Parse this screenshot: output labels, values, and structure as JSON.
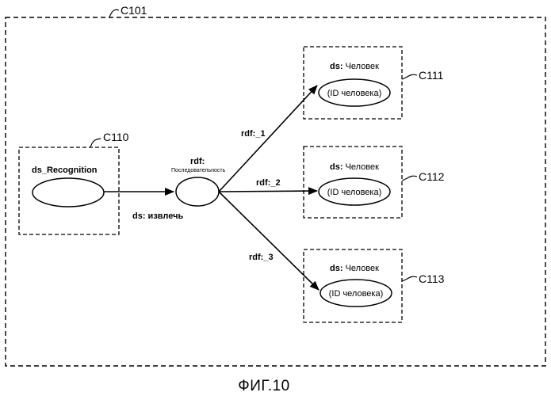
{
  "figure": {
    "caption": "ФИГ.10"
  },
  "outer_box": {
    "ref": "C101"
  },
  "source_box": {
    "ref": "C110",
    "title": "ds_Recognition"
  },
  "sequence_node": {
    "prefix": "rdf:",
    "label": "Последовательность"
  },
  "edges": {
    "extract": "ds: извлечь",
    "member_1": "rdf:_1",
    "member_2": "rdf:_2",
    "member_3": "rdf:_3"
  },
  "person_boxes": [
    {
      "ref": "C111",
      "title_prefix": "ds:",
      "title": "Человек",
      "node_label": "(ID человека)"
    },
    {
      "ref": "C112",
      "title_prefix": "ds:",
      "title": "Человек",
      "node_label": "(ID человека)"
    },
    {
      "ref": "C113",
      "title_prefix": "ds:",
      "title": "Человек",
      "node_label": "(ID человека)"
    }
  ],
  "colors": {
    "line": "#000000",
    "background": "#ffffff"
  }
}
